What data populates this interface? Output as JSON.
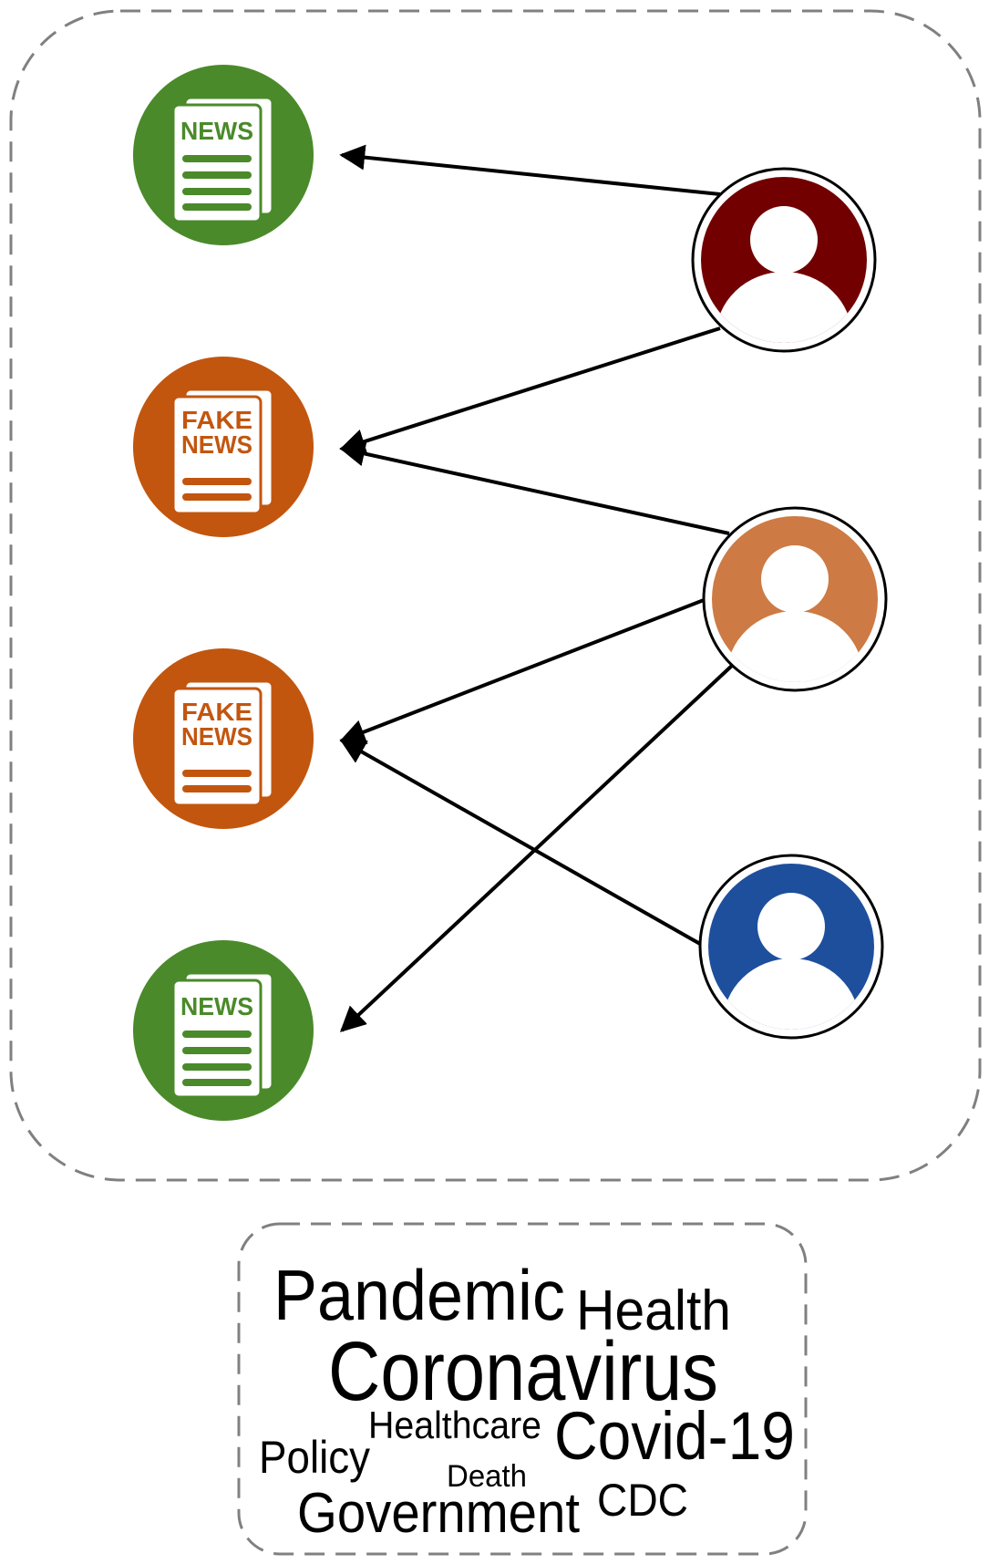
{
  "colors": {
    "real_news": "#4a8a2a",
    "fake_news": "#c2560f",
    "user_dark_red": "#720000",
    "user_orange": "#cd7a44",
    "user_blue": "#1e4f9c",
    "arrow": "#000000",
    "dashed_border": "#808080"
  },
  "news_items": [
    {
      "id": "news-1",
      "kind": "real",
      "label_lines": [
        "NEWS"
      ]
    },
    {
      "id": "news-2",
      "kind": "fake",
      "label_lines": [
        "FAKE",
        "NEWS"
      ]
    },
    {
      "id": "news-3",
      "kind": "fake",
      "label_lines": [
        "FAKE",
        "NEWS"
      ]
    },
    {
      "id": "news-4",
      "kind": "real",
      "label_lines": [
        "NEWS"
      ]
    }
  ],
  "users": [
    {
      "id": "user-1",
      "color_key": "user_dark_red",
      "icon": "user-icon"
    },
    {
      "id": "user-2",
      "color_key": "user_orange",
      "icon": "user-icon"
    },
    {
      "id": "user-3",
      "color_key": "user_blue",
      "icon": "user-icon"
    }
  ],
  "edges": [
    {
      "from": "user-1",
      "to": "news-1"
    },
    {
      "from": "user-1",
      "to": "news-2"
    },
    {
      "from": "user-2",
      "to": "news-2"
    },
    {
      "from": "user-2",
      "to": "news-3"
    },
    {
      "from": "user-2",
      "to": "news-4"
    },
    {
      "from": "user-3",
      "to": "news-3"
    }
  ],
  "word_cloud": {
    "words": [
      "Pandemic",
      "Health",
      "Coronavirus",
      "Healthcare",
      "Covid-19",
      "Policy",
      "Death",
      "Government",
      "CDC"
    ]
  }
}
